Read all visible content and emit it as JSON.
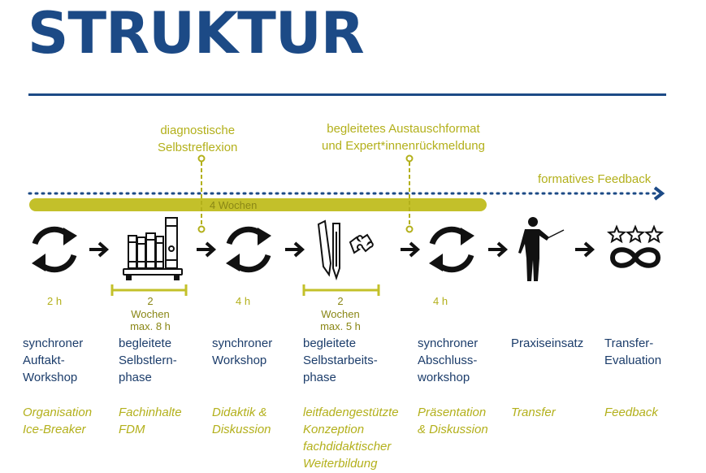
{
  "title": "STRUKTUR",
  "colors": {
    "navy": "#1c4a86",
    "olive": "#b3b01b",
    "text_blue": "#1c3d6b",
    "icon_black": "#111111"
  },
  "annotations": {
    "diagnostic": [
      "diagnostische",
      "Selbstreflexion"
    ],
    "exchange": [
      "begleitetes Austauschformat",
      "und Expert*innenrückmeldung"
    ],
    "feedback": "formatives Feedback",
    "weeks_bar": "4 Wochen"
  },
  "steps": [
    {
      "icon": "cycle-icon",
      "duration": [
        "2 h"
      ],
      "label": [
        "synchroner",
        "Auftakt-",
        "Workshop"
      ],
      "content": [
        "Organisation",
        "Ice-Breaker"
      ]
    },
    {
      "icon": "books-icon",
      "duration": [
        "2 Wochen",
        "max. 8 h"
      ],
      "label": [
        "begleitete",
        "Selbstlern-",
        "phase"
      ],
      "content": [
        "Fachinhalte",
        "FDM"
      ]
    },
    {
      "icon": "cycle-icon",
      "duration": [
        "4 h"
      ],
      "label": [
        "synchroner",
        "Workshop"
      ],
      "content": [
        "Didaktik &",
        "Diskussion"
      ]
    },
    {
      "icon": "pencils-puzzle-icon",
      "duration": [
        "2 Wochen",
        "max. 5 h"
      ],
      "label": [
        "begleitete",
        "Selbstarbeits-",
        "phase"
      ],
      "content": [
        "leitfadengestützte",
        "Konzeption",
        "fachdidaktischer",
        "Weiterbildung"
      ]
    },
    {
      "icon": "cycle-icon",
      "duration": [
        "4 h"
      ],
      "label": [
        "synchroner",
        "Abschluss-",
        "workshop"
      ],
      "content": [
        "Präsentation",
        "& Diskussion"
      ]
    },
    {
      "icon": "presenter-icon",
      "duration": [],
      "label": [
        "Praxiseinsatz"
      ],
      "content": [
        "Transfer"
      ]
    },
    {
      "icon": "stars-infinity-icon",
      "duration": [],
      "label": [
        "Transfer-",
        "Evaluation"
      ],
      "content": [
        "Feedback"
      ]
    }
  ]
}
